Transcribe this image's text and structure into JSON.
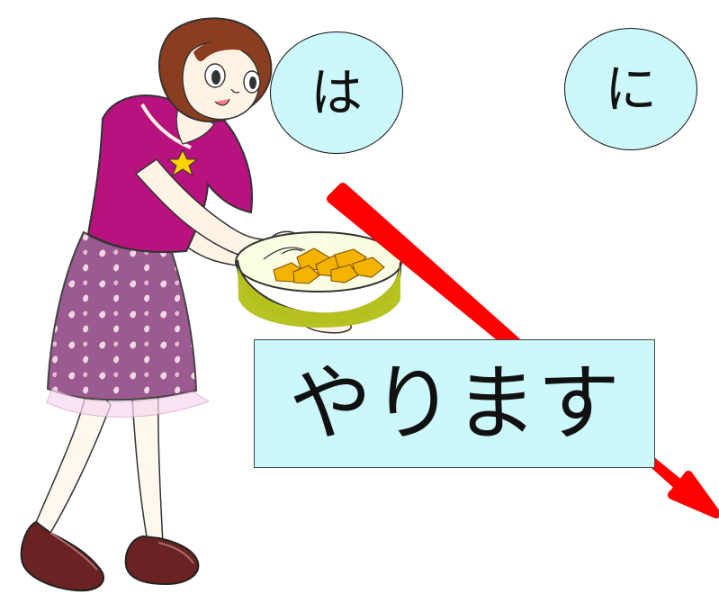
{
  "particles": {
    "left": "は",
    "right": "に"
  },
  "verb": "やります",
  "colors": {
    "bubble_fill": "#ccf7fb",
    "arrow": "#ff0000",
    "shirt": "#b7127d",
    "skirt": "#9b5a90",
    "bowl": "#b6c11f",
    "snack": "#f4b300",
    "shoe": "#6a2222"
  },
  "icons": {
    "figure": "woman-serving-bowl",
    "arrow": "red-arrow"
  }
}
